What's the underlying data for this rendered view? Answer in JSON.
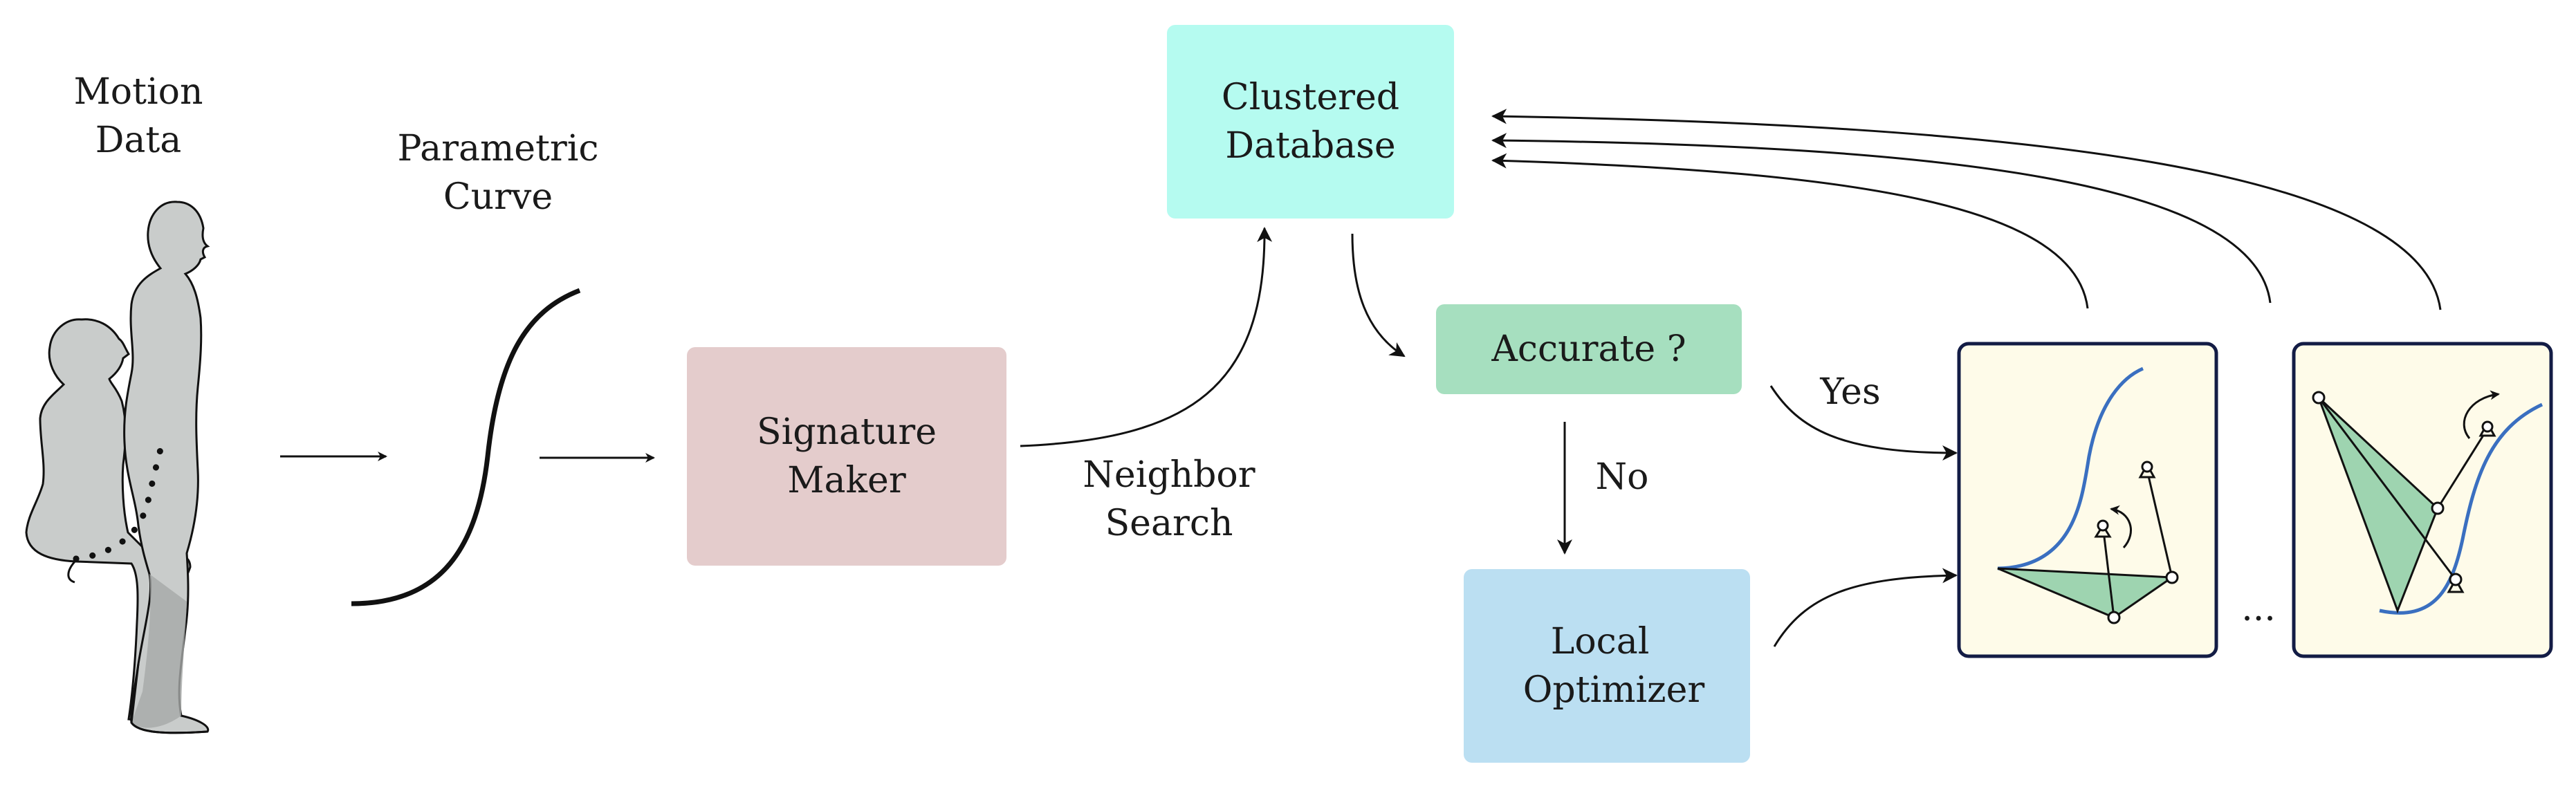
{
  "labels": {
    "motion_data": [
      "Motion",
      "Data"
    ],
    "parametric_curve": [
      "Parametric",
      "Curve"
    ],
    "neighbor_search": [
      "Neighbor",
      "Search"
    ],
    "yes": "Yes",
    "no": "No",
    "ellipsis": "..."
  },
  "boxes": {
    "signature_maker": {
      "lines": [
        "Signature",
        "Maker"
      ],
      "color": "#e4cccc"
    },
    "clustered_database": {
      "lines": [
        "Clustered",
        "Database"
      ],
      "color": "#b5fbf0"
    },
    "accurate": {
      "lines": [
        "Accurate ?"
      ],
      "color": "#a6dfbf"
    },
    "local_optimizer": {
      "lines": [
        "Local",
        "Optimizer"
      ],
      "color": "#bbdff2"
    }
  },
  "colors": {
    "panel_fill": "#fefbe9",
    "panel_border": "#131c45",
    "curve_blue": "#3a6fc0",
    "triangle_green": "#9ed4b0",
    "figure_gray": "#c9cccb",
    "leg_gray": "#a6a9a8"
  },
  "icons": [
    "human-figure-standing-icon",
    "human-figure-sitting-icon",
    "parametric-curve-icon",
    "arrow-icon"
  ]
}
